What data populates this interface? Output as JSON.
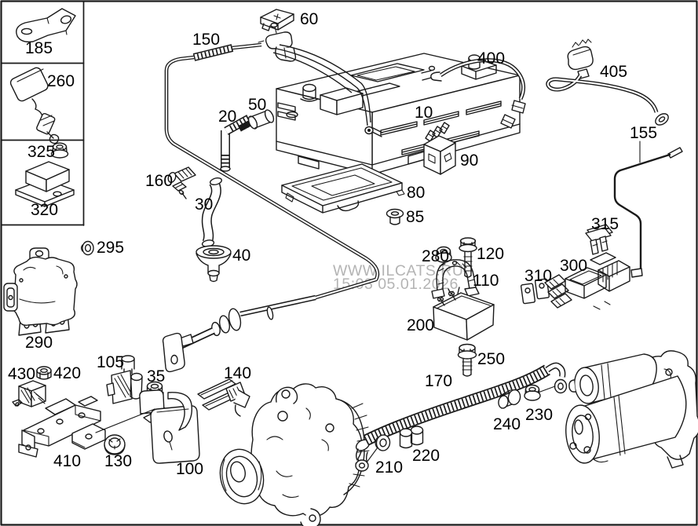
{
  "diagram": {
    "watermark": {
      "line1": "WWW.ILCATS.RU",
      "line2": "15:03 05.01.2026",
      "color": "#b4b4b4"
    },
    "line_color": "#1a1a1a",
    "background": "#ffffff"
  },
  "labels": {
    "p10": "10",
    "p20": "20",
    "p30": "30",
    "p35": "35",
    "p40": "40",
    "p50": "50",
    "p60": "60",
    "p80": "80",
    "p85": "85",
    "p90": "90",
    "p100": "100",
    "p105": "105",
    "p110": "110",
    "p120": "120",
    "p130": "130",
    "p140": "140",
    "p150": "150",
    "p155": "155",
    "p160": "160",
    "p170": "170",
    "p185": "185",
    "p200": "200",
    "p210": "210",
    "p220": "220",
    "p230": "230",
    "p240": "240",
    "p250": "250",
    "p260": "260",
    "p280": "280",
    "p290": "290",
    "p295": "295",
    "p300": "300",
    "p310": "310",
    "p315": "315",
    "p320": "320",
    "p325": "325",
    "p400": "400",
    "p405": "405",
    "p410": "410",
    "p420": "420",
    "p430": "430"
  }
}
